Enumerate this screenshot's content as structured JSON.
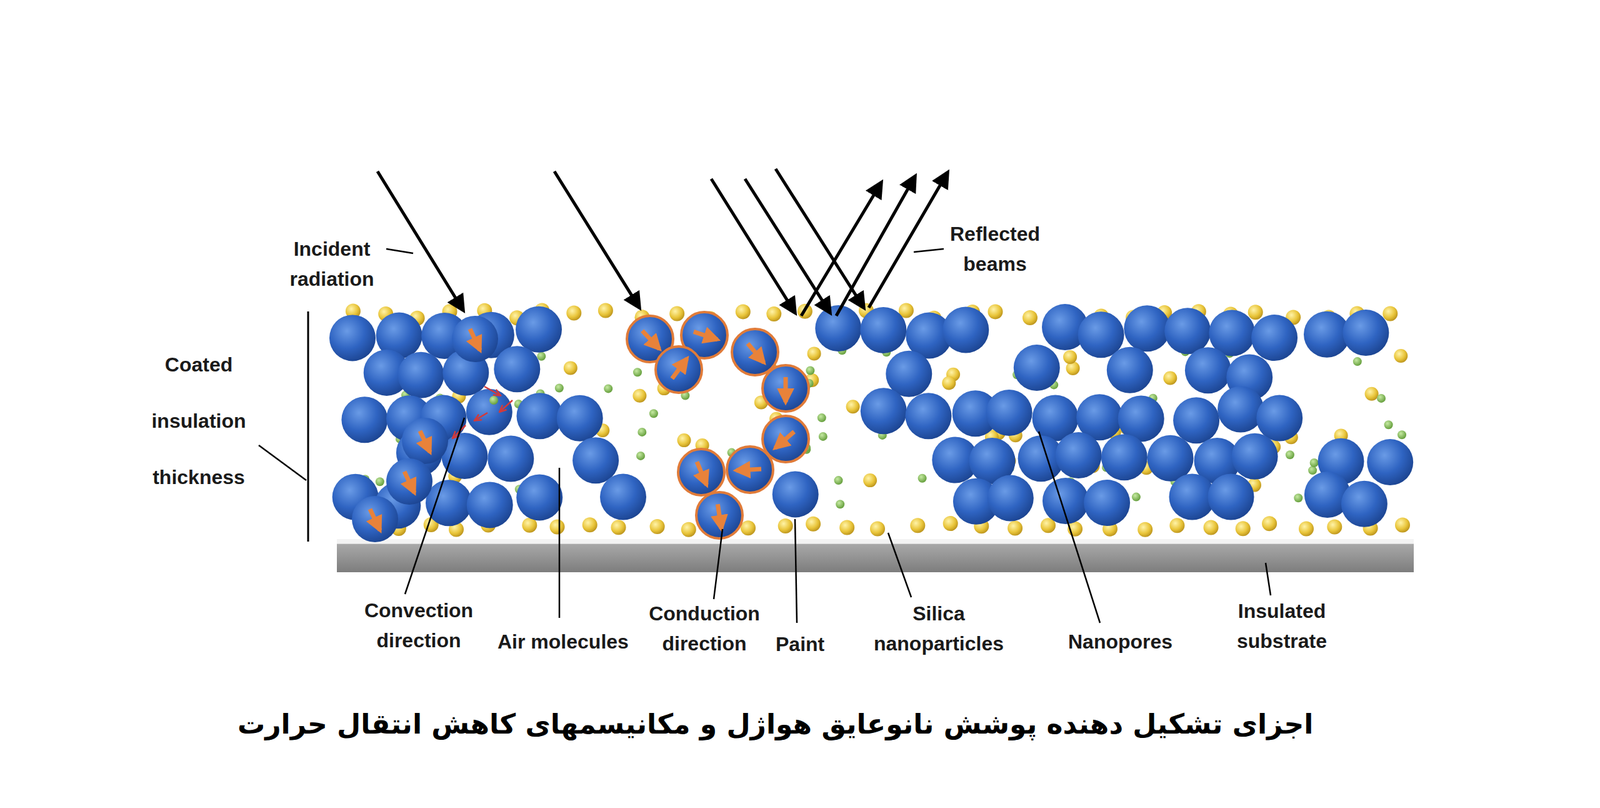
{
  "diagram": {
    "caption": "اجزای تشکیل دهنده پوشش نانوعایق هواژل و مکانیسمهای کاهش انتقال حرارت",
    "labels": [
      "Incident radiation",
      "Reflected beams",
      "Coated insulation thickness",
      "Convection direction",
      "Air molecules",
      "Conduction direction",
      "Paint",
      "Silica nanoparticles",
      "Nanopores",
      "Insulated substrate"
    ]
  }
}
